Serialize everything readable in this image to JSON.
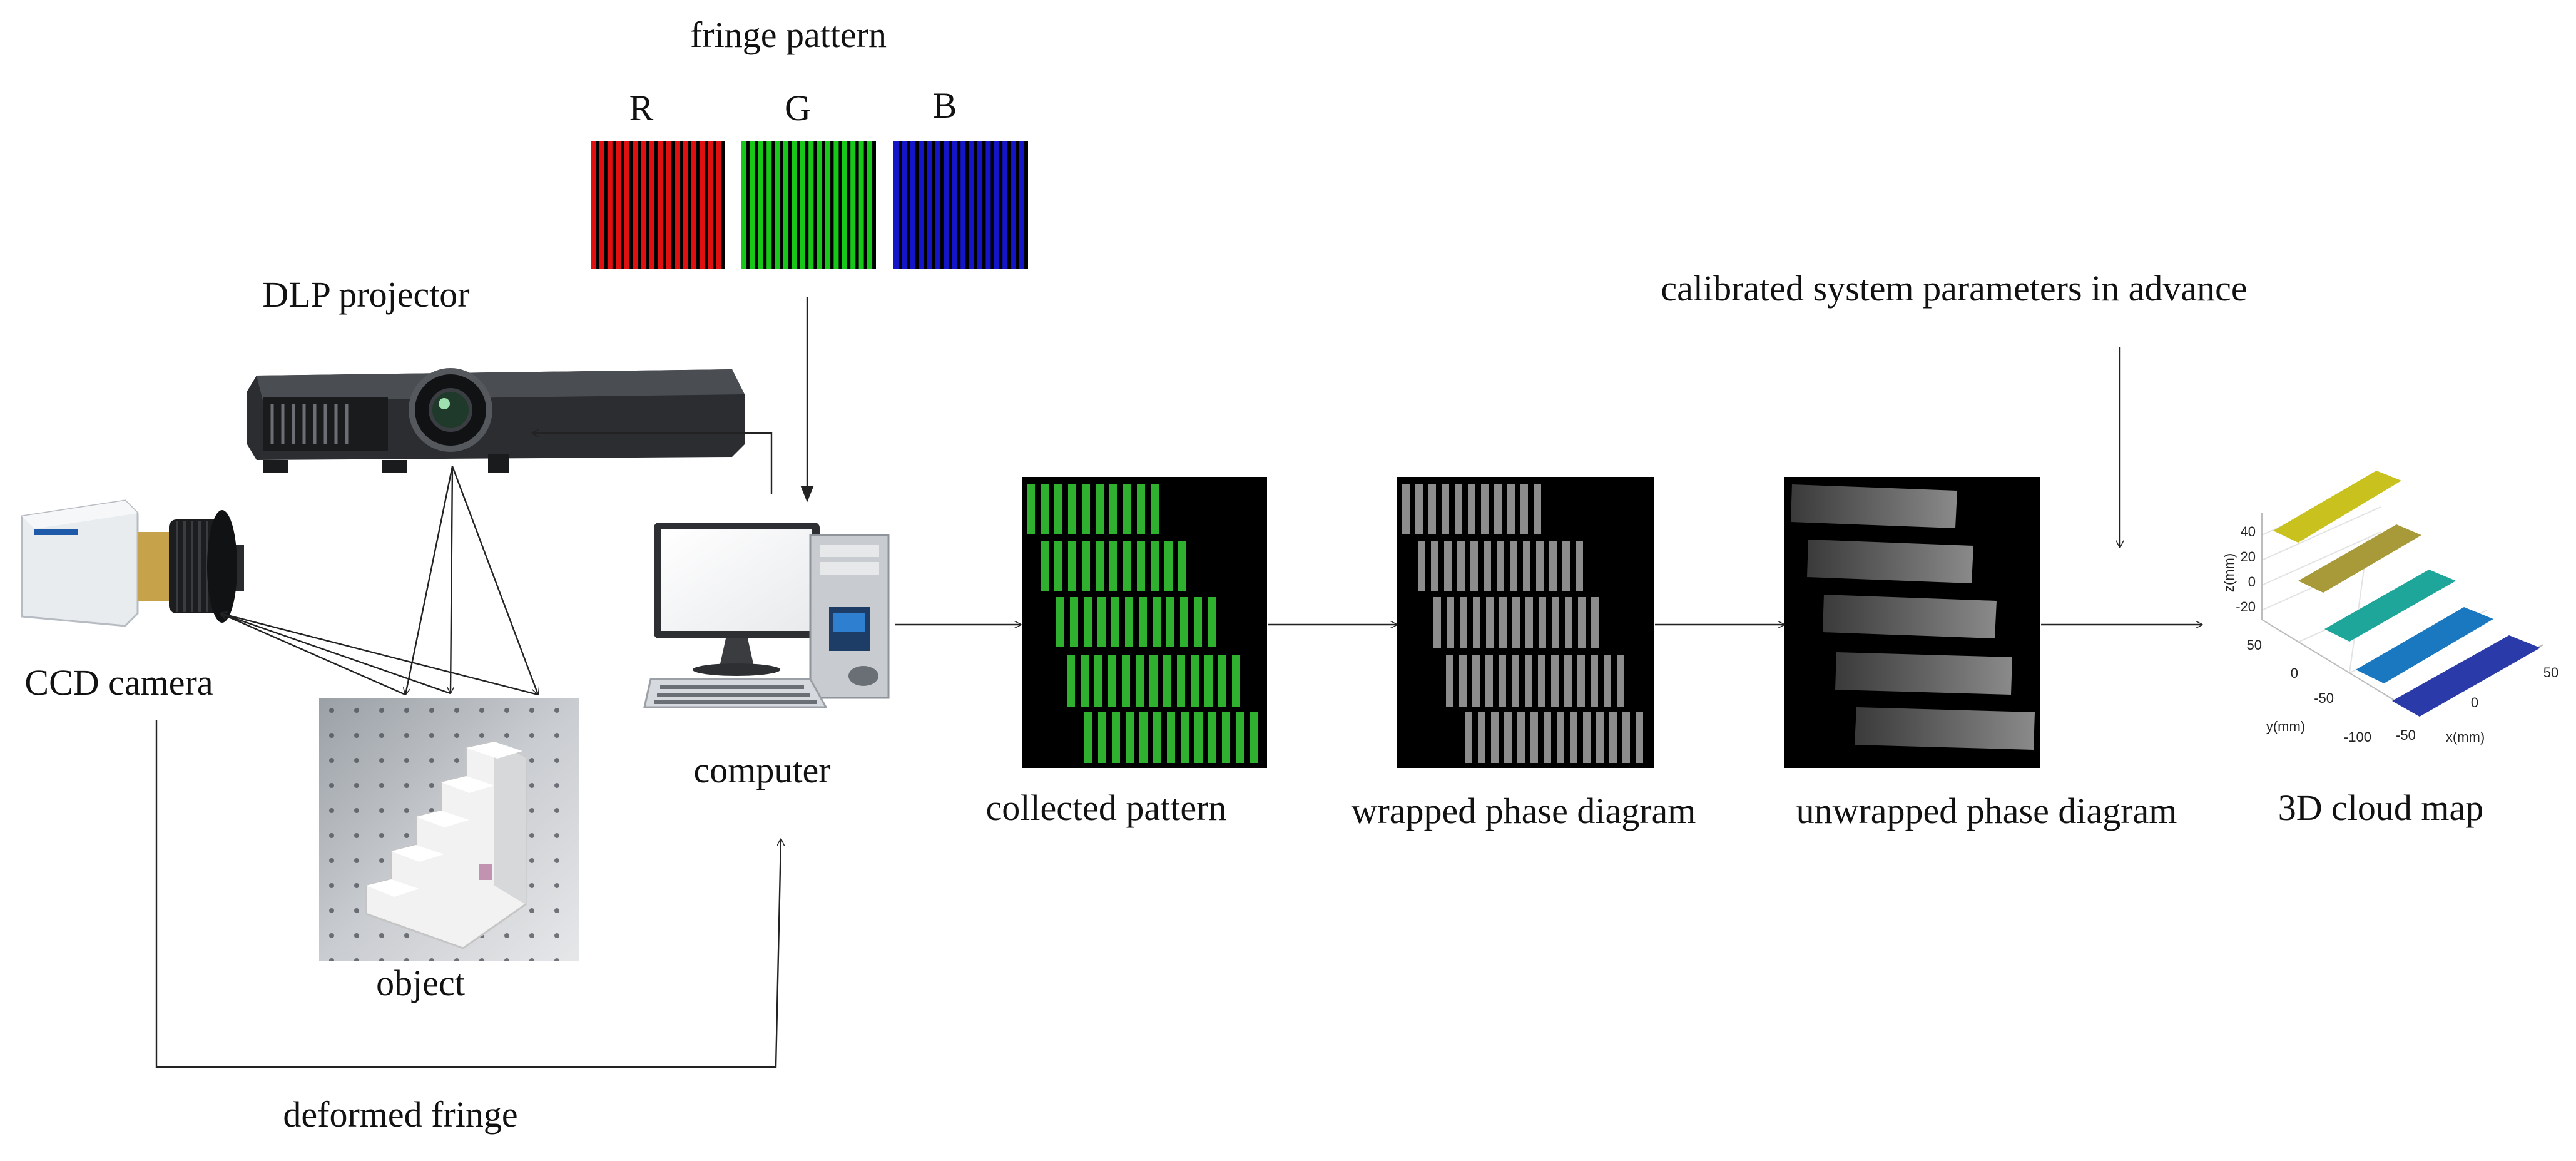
{
  "labels": {
    "fringe_pattern": "fringe pattern",
    "channel_r": "R",
    "channel_g": "G",
    "channel_b": "B",
    "dlp_projector": "DLP projector",
    "ccd_camera": "CCD camera",
    "object": "object",
    "computer": "computer",
    "deformed_fringe": "deformed fringe",
    "collected_pattern": "collected pattern",
    "wrapped_phase": "wrapped phase diagram",
    "unwrapped_phase": "unwrapped phase diagram",
    "calibrated_params": "calibrated system parameters in advance",
    "cloud_map": "3D cloud map"
  },
  "plot3d": {
    "z_axis_label": "z(mm)",
    "y_axis_label": "y(mm)",
    "x_axis_label": "x(mm)",
    "z_ticks": [
      "40",
      "20",
      "0",
      "-20"
    ],
    "y_ticks": [
      "50",
      "0",
      "-50",
      "-100"
    ],
    "x_ticks": [
      "-50",
      "0",
      "50"
    ]
  },
  "colors": {
    "fringe_red": "#e01010",
    "fringe_green": "#18c818",
    "fringe_blue": "#1414c8",
    "collected_green": "#2fb02f",
    "step_colors": [
      "#c9c21e",
      "#a89a38",
      "#1ea69a",
      "#1a78c0",
      "#2a3aa8"
    ]
  },
  "icons": {
    "projector": "projector-icon",
    "camera": "camera-icon",
    "computer": "computer-icon",
    "object": "stair-object-photo"
  }
}
